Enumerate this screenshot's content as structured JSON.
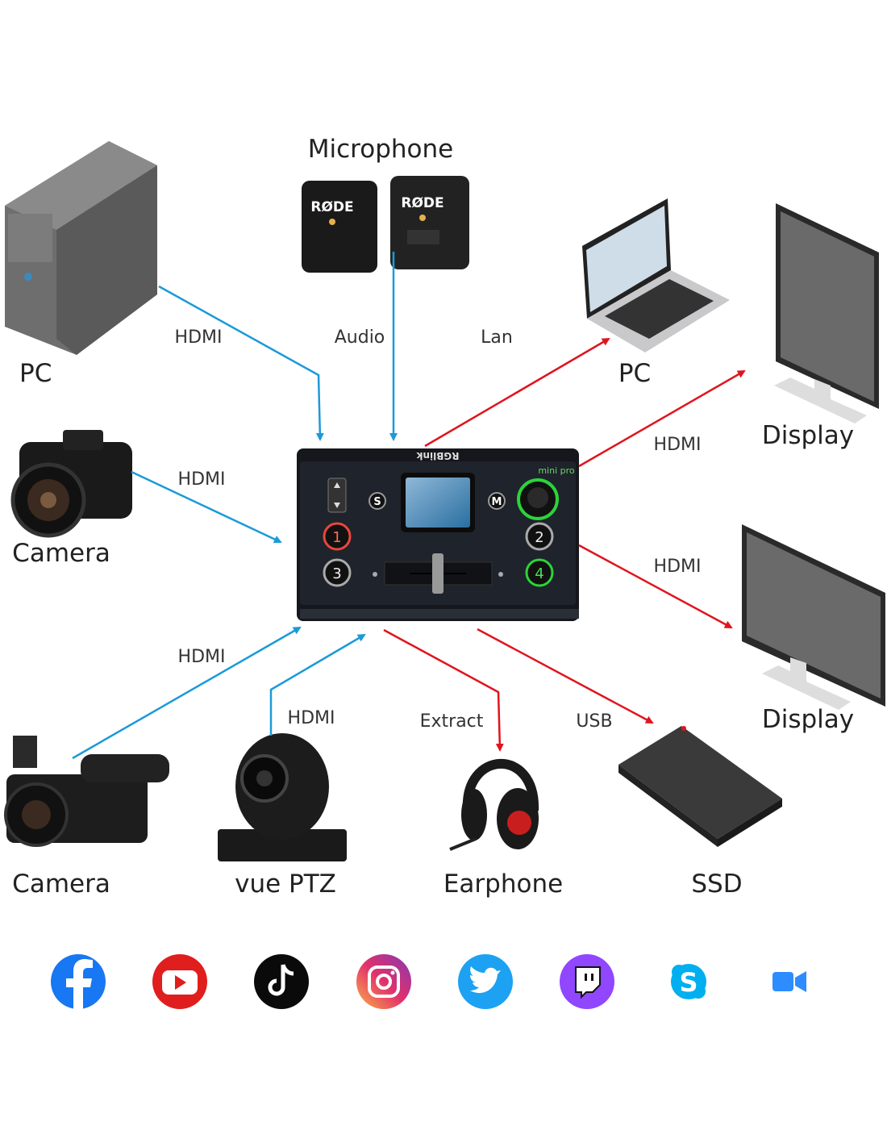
{
  "colors": {
    "input_arrow": "#1b9ad8",
    "output_arrow": "#e0141e",
    "device": "#1c1f26"
  },
  "device": {
    "brand": "RGBlink",
    "model": "mini pro",
    "buttons": [
      "1",
      "2",
      "3",
      "4"
    ],
    "s_button": "S",
    "m_button": "M"
  },
  "labels": {
    "microphone": "Microphone",
    "pc_left": "PC",
    "hdmi_pc": "HDMI",
    "audio": "Audio",
    "lan": "Lan",
    "pc_right": "PC",
    "display_top": "Display",
    "camera_top": "Camera",
    "hdmi_camera": "HDMI",
    "hdmi_display_top": "HDMI",
    "hdmi_display_bottom": "HDMI",
    "hdmi_camcorder": "HDMI",
    "hdmi_ptz": "HDMI",
    "extract": "Extract",
    "usb": "USB",
    "display_bottom": "Display",
    "camera_bottom": "Camera",
    "vue_ptz": "vue PTZ",
    "earphone": "Earphone",
    "ssd": "SSD"
  },
  "mic_brand": "RØDE",
  "platforms": [
    "facebook-icon",
    "youtube-icon",
    "tiktok-icon",
    "instagram-icon",
    "twitter-icon",
    "twitch-icon",
    "skype-icon",
    "zoom-icon"
  ]
}
